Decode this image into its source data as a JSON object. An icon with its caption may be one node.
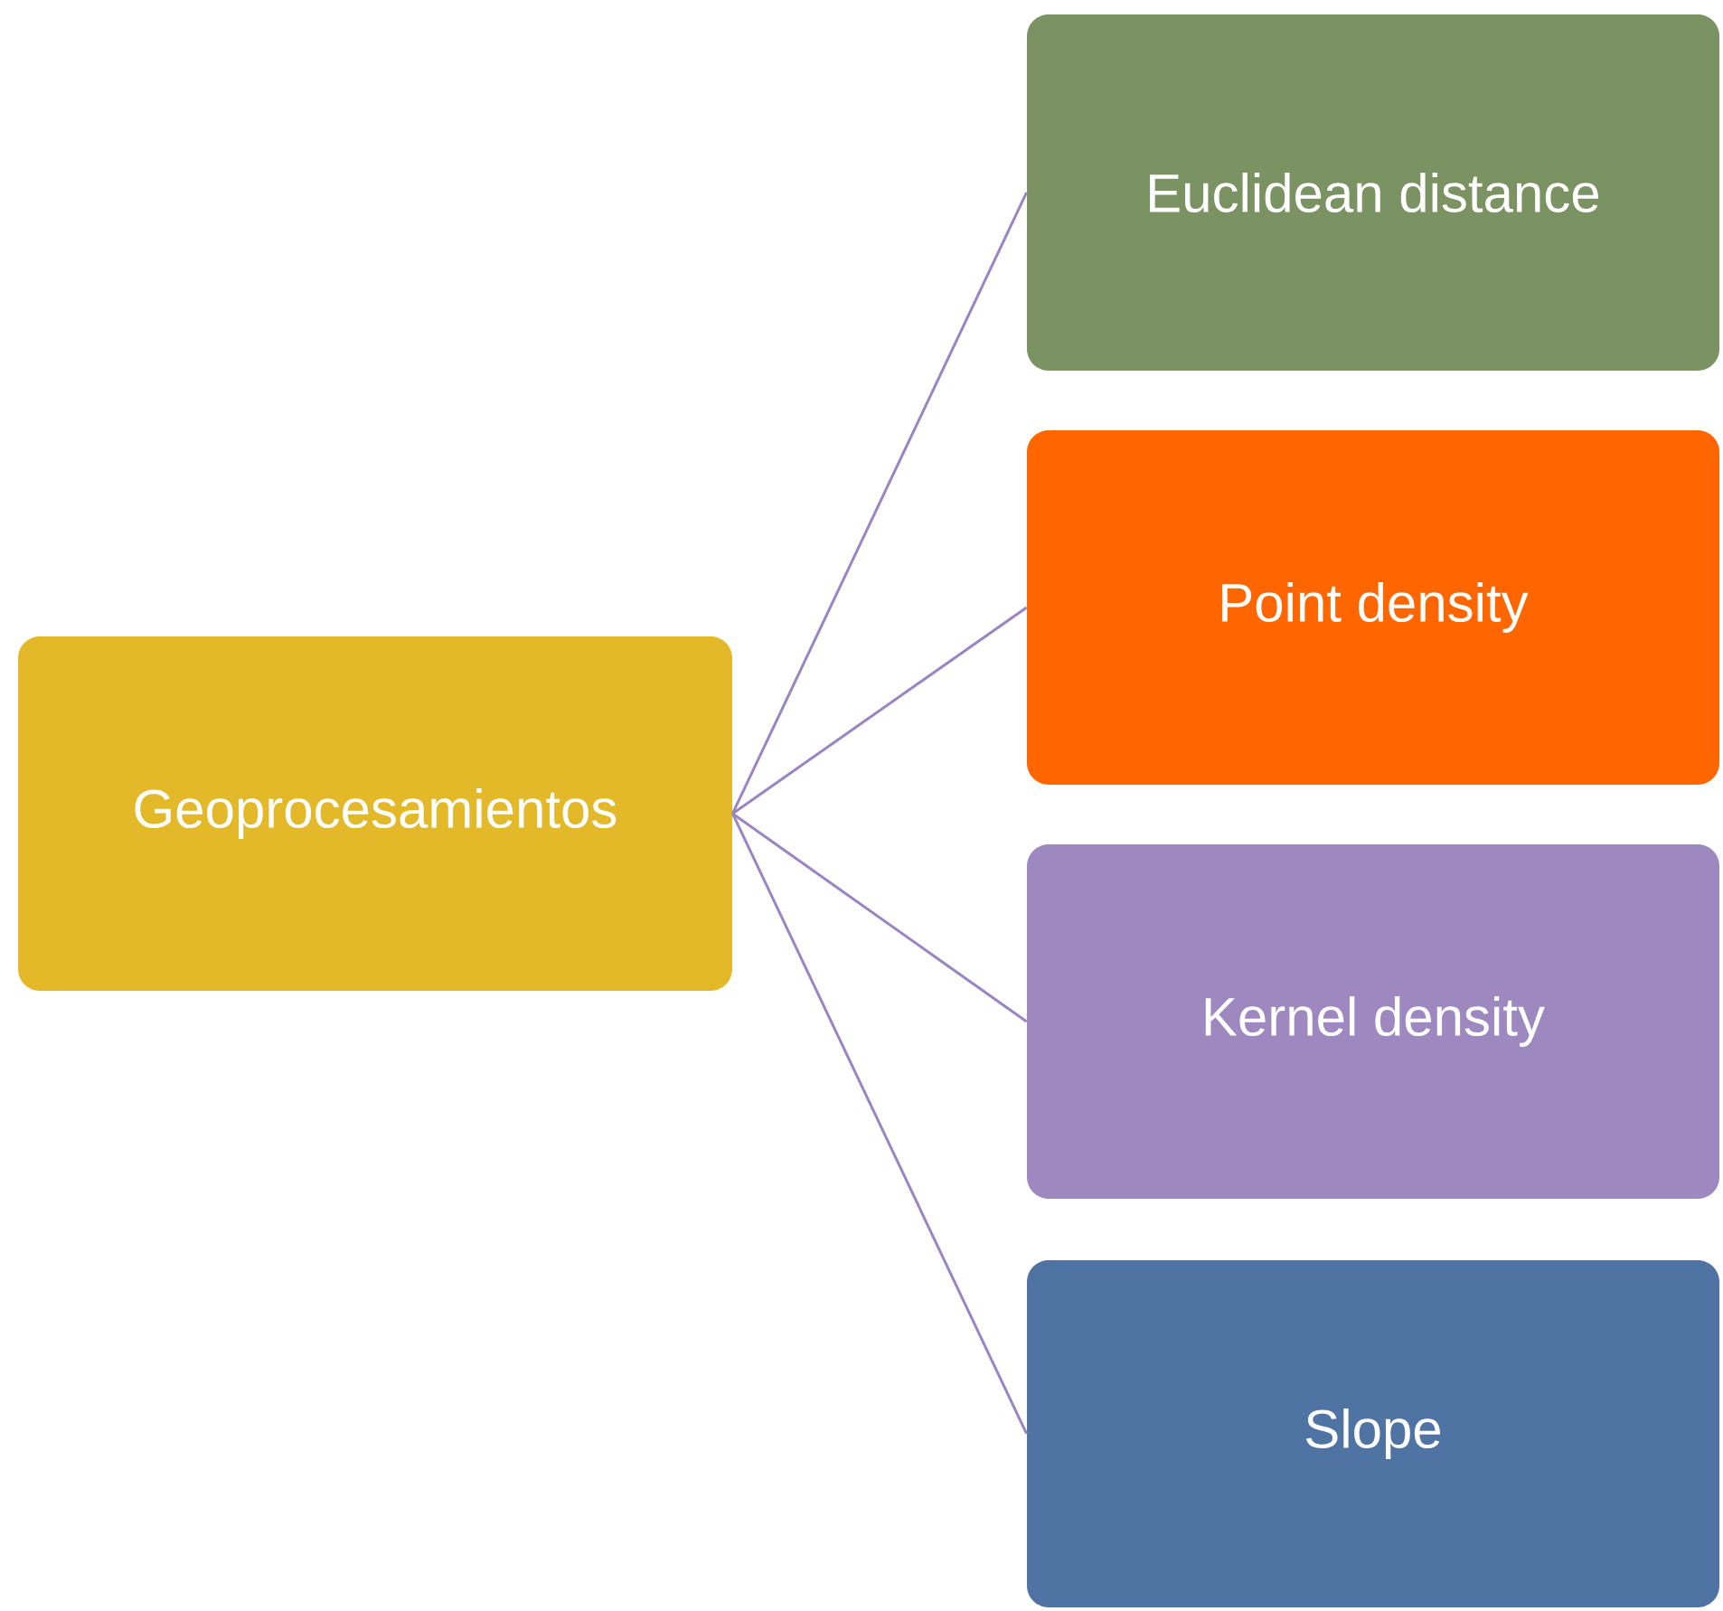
{
  "diagram": {
    "nodes": [
      {
        "text": [
          "Geoprocesamientos"
        ]
      },
      {
        "text": [
          "Euclidean distance"
        ]
      },
      {
        "text": [
          "Point density"
        ]
      },
      {
        "text": [
          "Kernel density"
        ]
      },
      {
        "text": [
          "Slope"
        ]
      }
    ],
    "edges": [
      {
        "from": 0,
        "to": 1,
        "arrow": "none"
      },
      {
        "from": 0,
        "to": 2,
        "arrow": "none"
      },
      {
        "from": 0,
        "to": 3,
        "arrow": "none"
      },
      {
        "from": 0,
        "to": 4,
        "arrow": "none"
      }
    ]
  }
}
